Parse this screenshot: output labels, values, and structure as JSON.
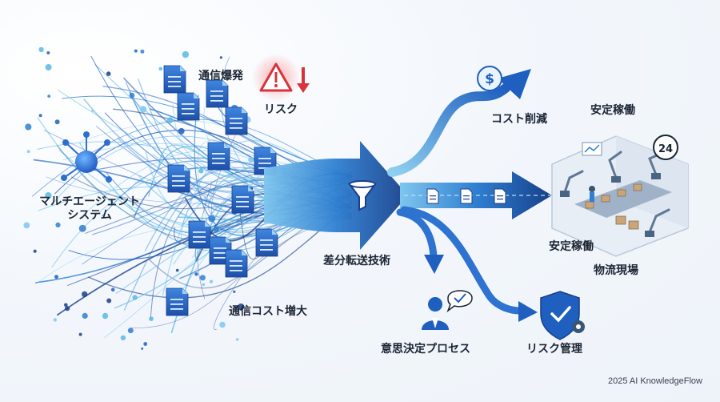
{
  "diagram": {
    "labels": {
      "multi_agent_line1": "マルチエージェント",
      "multi_agent_line2": "システム",
      "comm_explosion": "通信爆発",
      "risk": "リスク",
      "comm_cost_increase": "通信コスト増大",
      "diff_transfer": "差分転送技術",
      "cost_reduction": "コスト削減",
      "stable_operation_top": "安定稼働",
      "stable_operation": "安定稼働",
      "logistics_site": "物流現場",
      "decision_process": "意思決定プロセス",
      "risk_management": "リスク管理"
    },
    "badge_24": "24",
    "credit": "2025 AI KnowledgeFlow",
    "colors": {
      "primary": "#1f5fbf",
      "deep": "#173f8a",
      "light": "#58b8e6",
      "warning": "#d8323a",
      "text": "#1b2433"
    },
    "icons": [
      "network-hub-icon",
      "document-icon",
      "warning-triangle-icon",
      "down-arrow-icon",
      "funnel-icon",
      "dollar-coin-icon",
      "factory-robot-icon",
      "clock-24-icon",
      "person-icon",
      "shield-gear-icon"
    ]
  }
}
